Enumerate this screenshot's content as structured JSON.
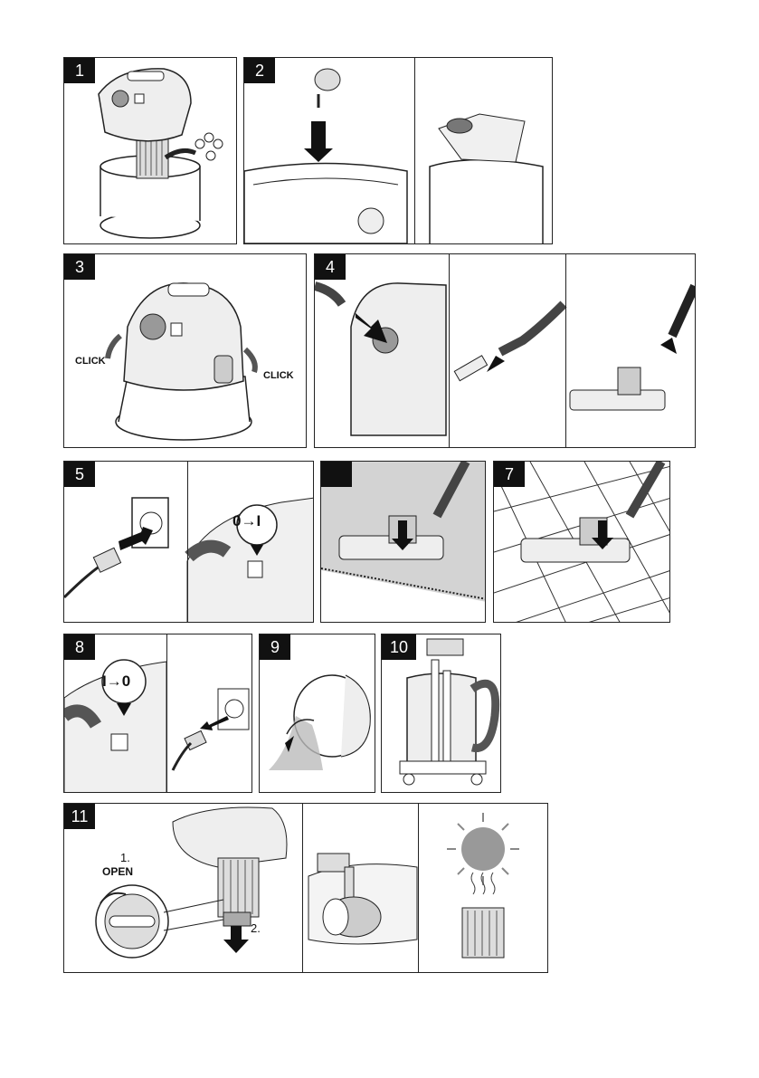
{
  "steps": [
    {
      "number": "1"
    },
    {
      "number": "2"
    },
    {
      "number": "3",
      "labels": [
        "CLICK",
        "CLICK"
      ]
    },
    {
      "number": "4"
    },
    {
      "number": "5",
      "switch_label": "0→I"
    },
    {
      "number": ""
    },
    {
      "number": "7"
    },
    {
      "number": "8",
      "switch_label": "I→0"
    },
    {
      "number": "9"
    },
    {
      "number": "10"
    },
    {
      "number": "11",
      "text": {
        "step1": "1.",
        "open": "OPEN",
        "step2": "2."
      }
    }
  ]
}
